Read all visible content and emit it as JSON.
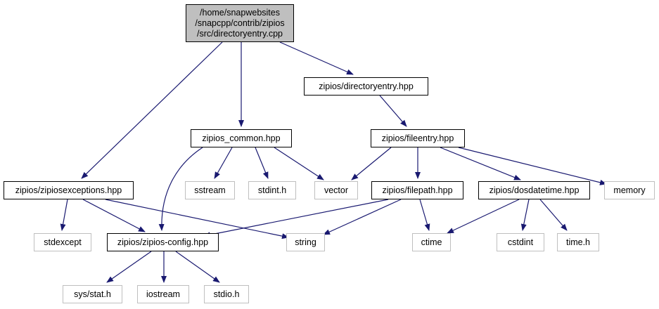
{
  "colors": {
    "edge": "#191970",
    "root_fill": "#bfbfbf",
    "ext_border": "#bfbfbf",
    "node_border": "#000000"
  },
  "nodes": {
    "root": {
      "line1": "/home/snapwebsites",
      "line2": "/snapcpp/contrib/zipios",
      "line3": "/src/directoryentry.cpp"
    },
    "directoryentry_hpp": "zipios/directoryentry.hpp",
    "fileentry_hpp": "zipios/fileentry.hpp",
    "zipios_common_hpp": "zipios_common.hpp",
    "zipiosexceptions_hpp": "zipios/zipiosexceptions.hpp",
    "filepath_hpp": "zipios/filepath.hpp",
    "dosdatetime_hpp": "zipios/dosdatetime.hpp",
    "zipios_config_hpp": "zipios/zipios-config.hpp",
    "sstream": "sstream",
    "stdint_h": "stdint.h",
    "vector": "vector",
    "memory": "memory",
    "stdexcept": "stdexcept",
    "string": "string",
    "ctime": "ctime",
    "cstdint": "cstdint",
    "time_h": "time.h",
    "sys_stat_h": "sys/stat.h",
    "iostream": "iostream",
    "stdio_h": "stdio.h"
  }
}
